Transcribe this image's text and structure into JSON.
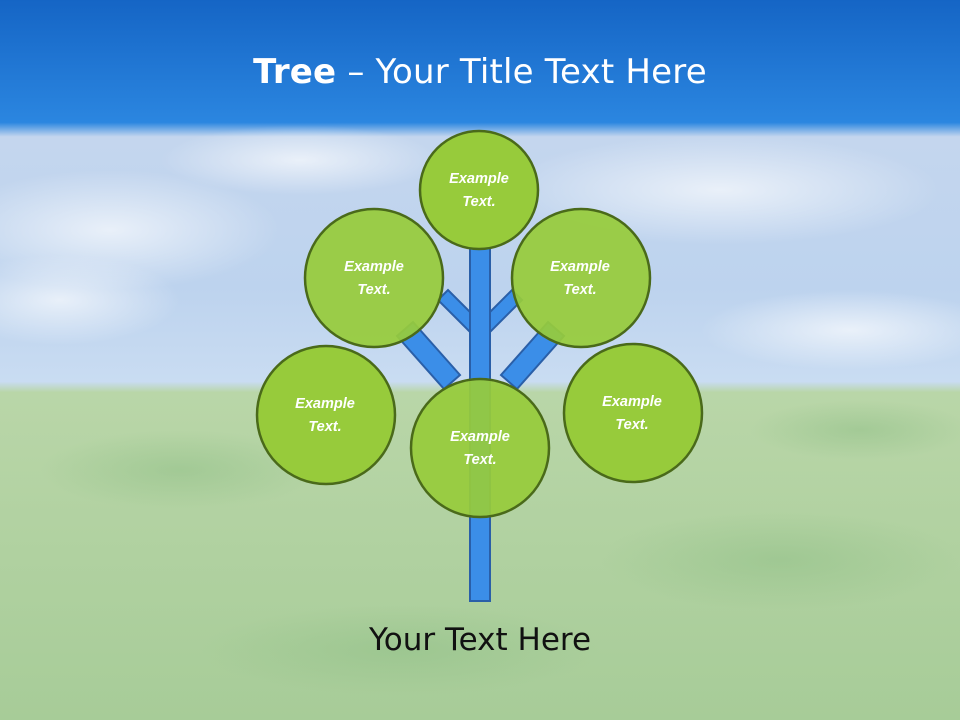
{
  "slide": {
    "title_bold": "Tree",
    "title_rest": " – Your Title Text Here",
    "caption": "Your Text Here"
  },
  "tree": {
    "nodes": [
      {
        "id": "top",
        "line1": "Example",
        "line2": "Text."
      },
      {
        "id": "upper-left",
        "line1": "Example",
        "line2": "Text."
      },
      {
        "id": "upper-right",
        "line1": "Example",
        "line2": "Text."
      },
      {
        "id": "lower-left",
        "line1": "Example",
        "line2": "Text."
      },
      {
        "id": "center",
        "line1": "Example",
        "line2": "Text."
      },
      {
        "id": "lower-right",
        "line1": "Example",
        "line2": "Text."
      }
    ]
  },
  "colors": {
    "sky_top": "#1a6fc9",
    "sky_light": "#c9daf0",
    "grass": "#a9cf9a",
    "node_fill": "#97cb3b",
    "node_stroke": "#4a6a1a",
    "trunk_fill": "#3b8ee8",
    "trunk_stroke": "#2a5fa8"
  }
}
